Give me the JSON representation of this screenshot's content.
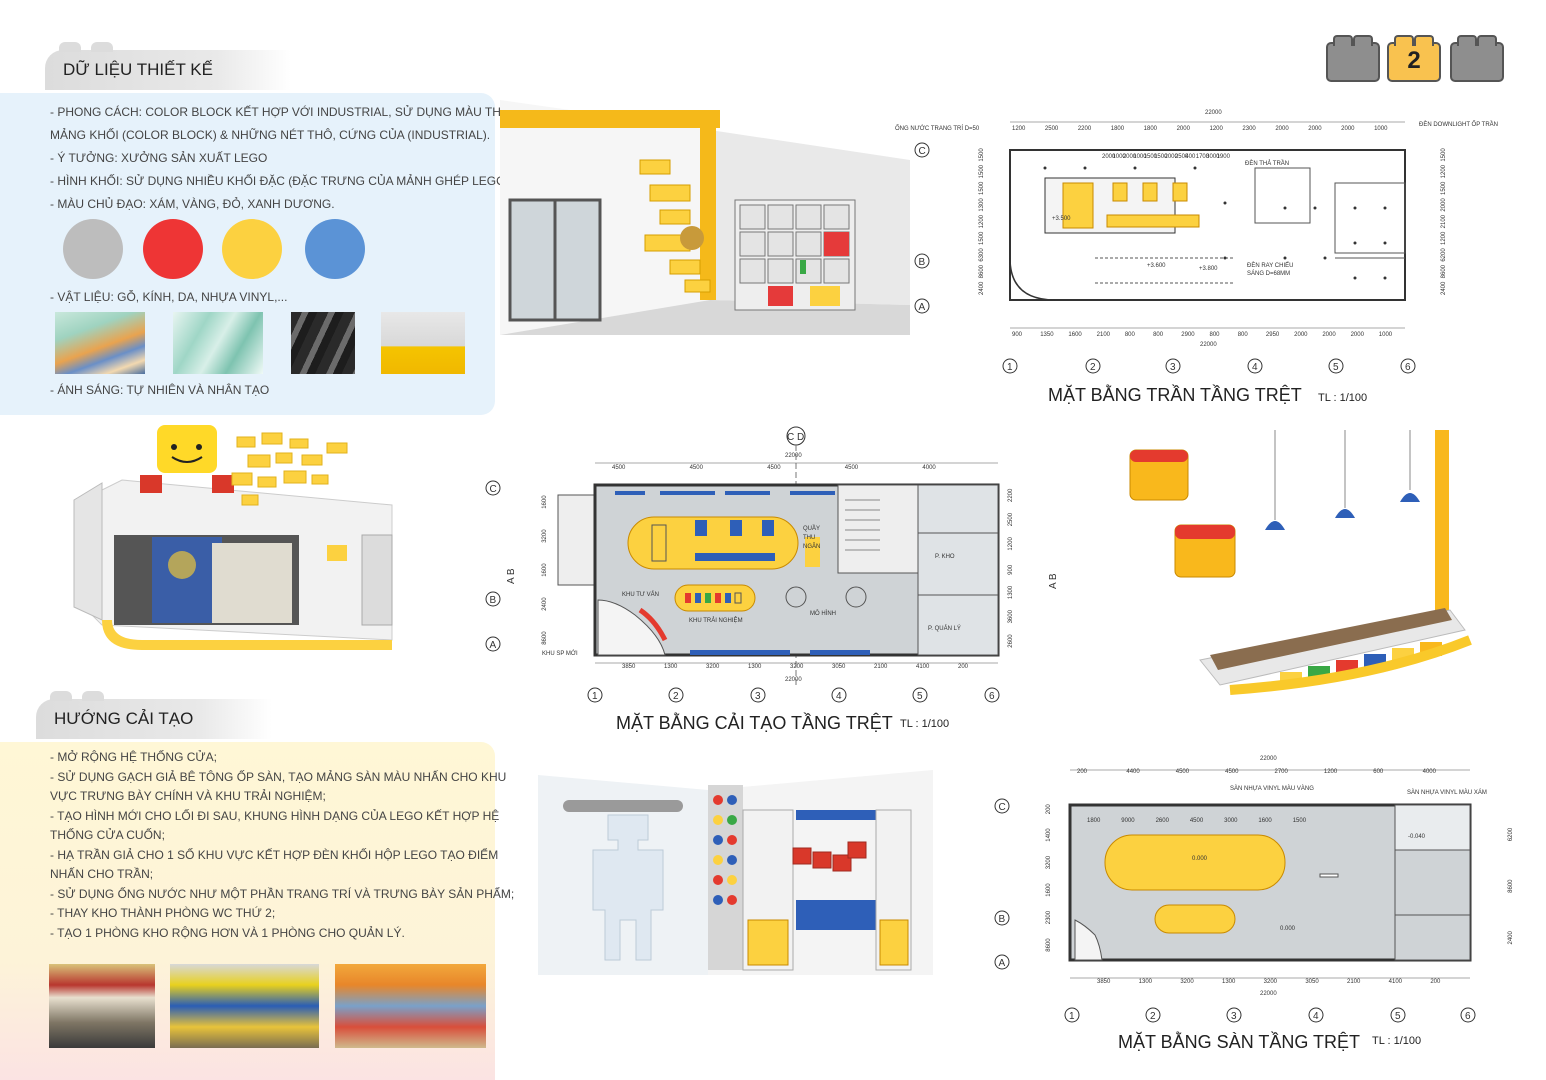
{
  "page_badge": "2",
  "design_data": {
    "title": "DỮ LIỆU THIẾT KẾ",
    "lines": [
      "- PHONG CÁCH: COLOR BLOCK KẾT HỢP VỚI INDUSTRIAL, SỬ DỤNG MÀU THEO",
      "MẢNG KHỐI (COLOR BLOCK) & NHỮNG NÉT THÔ, CỨNG CỦA (INDUSTRIAL).",
      "- Ý TƯỞNG: XƯỞNG SẢN XUẤT LEGO",
      "- HÌNH KHỐI: SỬ DỤNG NHIỀU KHỐI ĐẶC (ĐẶC TRƯNG CỦA MẢNH GHÉP LEGO).",
      "- MÀU CHỦ ĐẠO: XÁM, VÀNG, ĐỎ, XANH DƯƠNG."
    ],
    "colors": [
      "#bdbdbd",
      "#ee3535",
      "#fcd140",
      "#5b93d6"
    ],
    "materials_label": "- VẬT LIỆU: GỖ, KÍNH, DA, NHỰA VINYL,...",
    "lighting_label": "- ÁNH SÁNG: TỰ NHIÊN VÀ NHÂN TẠO"
  },
  "renovation": {
    "title": "HƯỚNG CẢI TẠO",
    "lines": [
      "- MỞ RỘNG HỆ THỐNG CỬA;",
      "- SỬ DỤNG GẠCH GIẢ BÊ TÔNG ỐP SÀN, TẠO MẢNG SÀN MÀU NHẤN CHO KHU",
      "VỰC TRƯNG BÀY CHÍNH VÀ KHU TRẢI NGHIỆM;",
      "- TẠO HÌNH MỚI CHO LỐI ĐI SAU, KHUNG HÌNH DẠNG CỦA LEGO KẾT HỢP HỆ",
      "THỐNG CỬA CUỐN;",
      "- HẠ TRẦN GIẢ CHO 1 SỐ KHU VỰC KẾT HỢP ĐÈN KHỐI HỘP LEGO TẠO ĐIỂM",
      "NHẤN CHO TRẦN;",
      "- SỬ DỤNG ỐNG NƯỚC NHƯ MỘT PHẦN TRANG TRÍ VÀ TRƯNG BÀY SẢN PHẨM;",
      "- THAY KHO THÀNH PHÒNG WC THỨ 2;",
      "- TẠO 1 PHÒNG KHO RỘNG HƠN VÀ 1 PHÒNG CHO QUẢN LÝ."
    ]
  },
  "ceiling_plan": {
    "title": "MẶT BẰNG TRẦN TẦNG TRỆT",
    "scale": "TL : 1/100",
    "pipe_label": "ỐNG NƯỚC TRANG TRÍ D=50",
    "downlight_label": "ĐÈN DOWNLIGHT ỐP TRẦN",
    "pendant_label": "ĐÈN THẢ TRẦN",
    "track_label_1": "ĐÈN RAY CHIẾU",
    "track_label_2": "SÁNG D=68MM",
    "total_dim": "22000",
    "top_dims": [
      "1200",
      "2500",
      "2200",
      "1800",
      "1800",
      "2000",
      "1200",
      "2300",
      "2000",
      "2000",
      "2000",
      "1000"
    ],
    "bottom_dims": [
      "900",
      "1350",
      "1600",
      "2100",
      "800",
      "800",
      "2900",
      "800",
      "800",
      "2950",
      "2000",
      "2000",
      "2000",
      "1000"
    ],
    "levels": [
      "+3.500",
      "+3.600",
      "+3.800"
    ],
    "inner_dims": [
      "2000",
      "1000",
      "2000",
      "1000",
      "1500",
      "1500",
      "2000",
      "2500",
      "400",
      "1700",
      "3000",
      "1900"
    ],
    "side_dims_left": [
      "1500",
      "1500",
      "1500",
      "1300",
      "1200",
      "1500",
      "6300",
      "8600",
      "2400"
    ],
    "side_dims_right": [
      "1500",
      "1200",
      "1500",
      "2000",
      "2100",
      "1200",
      "6200",
      "8600",
      "2400"
    ]
  },
  "reno_plan": {
    "title": "MẶT BẰNG CẢI TẠO TẦNG TRỆT",
    "scale": "TL : 1/100",
    "section_cd": "C D",
    "section_ab": "A B",
    "total_dim": "22000",
    "top_dims": [
      "4500",
      "4500",
      "4500",
      "4500",
      "4000"
    ],
    "bottom_dims": [
      "3850",
      "1300",
      "3200",
      "1300",
      "3200",
      "3050",
      "2100",
      "4100",
      "200"
    ],
    "left_dims": [
      "1600",
      "3200",
      "1600",
      "2400",
      "8600"
    ],
    "right_dims": [
      "2200",
      "2500",
      "1200",
      "900",
      "1300",
      "3600",
      "2600"
    ],
    "rooms": [
      "QUẦY",
      "THU",
      "NGÂN",
      "P. KHO",
      "KHU TƯ VẤN",
      "KHU TRẢI NGHIỆM",
      "MÔ HÌNH",
      "P. QUẢN LÝ",
      "KHU SP MỚI"
    ]
  },
  "floor_plan": {
    "title": "MẶT BẰNG SÀN TẦNG TRỆT",
    "scale": "TL : 1/100",
    "vinyl_yellow": "SÀN NHỰA VINYL MÀU VÀNG",
    "vinyl_gray": "SÀN NHỰA VINYL MÀU XÁM",
    "total_dim": "22000",
    "top_dims": [
      "200",
      "4400",
      "4500",
      "4500",
      "2700",
      "1200",
      "600",
      "4000"
    ],
    "bottom_dims": [
      "3850",
      "1300",
      "3200",
      "1300",
      "3200",
      "3050",
      "2100",
      "4100",
      "200"
    ],
    "inner_dims": [
      "1800",
      "9000",
      "2600",
      "4500",
      "3000",
      "1600",
      "1500"
    ],
    "levels": [
      "0.000",
      "0.000",
      "-0.040"
    ],
    "left_dims": [
      "200",
      "1400",
      "3200",
      "1600",
      "2300",
      "8600"
    ],
    "right_dims": [
      "6200",
      "8600",
      "2400"
    ]
  },
  "axes": {
    "cols": [
      "1",
      "2",
      "3",
      "4",
      "5",
      "6"
    ],
    "rows": [
      "C",
      "B",
      "A"
    ]
  }
}
